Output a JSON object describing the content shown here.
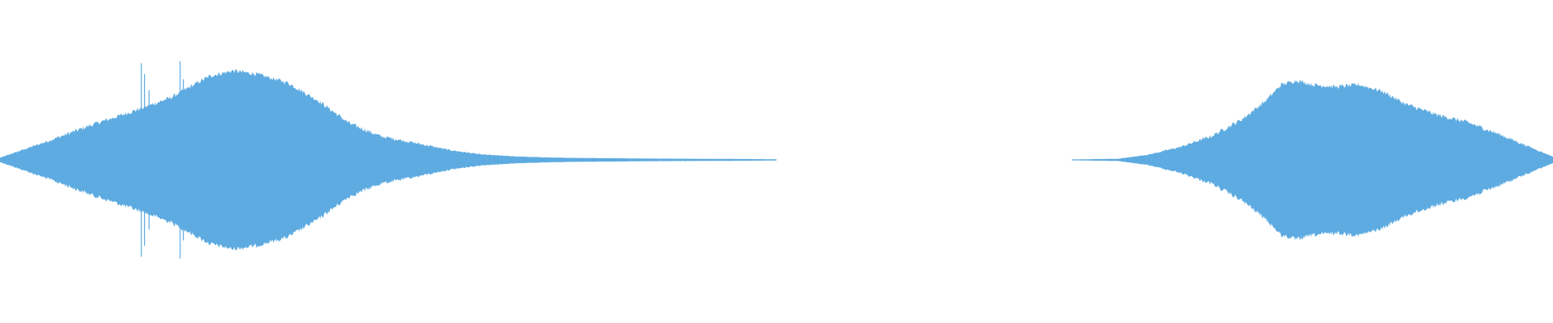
{
  "waveform": {
    "color": "#5DABE1",
    "background": "#FFFFFF",
    "segments": [
      {
        "name": "segment-1",
        "start": 0.0,
        "end": 0.5,
        "envelope": [
          [
            0.0,
            0.02
          ],
          [
            0.03,
            0.17
          ],
          [
            0.06,
            0.33
          ],
          [
            0.085,
            0.45
          ],
          [
            0.095,
            0.5
          ],
          [
            0.11,
            0.58
          ],
          [
            0.125,
            0.7
          ],
          [
            0.135,
            0.78
          ],
          [
            0.15,
            0.83
          ],
          [
            0.165,
            0.8
          ],
          [
            0.185,
            0.72
          ],
          [
            0.205,
            0.55
          ],
          [
            0.225,
            0.34
          ],
          [
            0.245,
            0.22
          ],
          [
            0.27,
            0.15
          ],
          [
            0.29,
            0.09
          ],
          [
            0.31,
            0.05
          ],
          [
            0.335,
            0.03
          ],
          [
            0.36,
            0.02
          ],
          [
            0.42,
            0.012
          ],
          [
            0.48,
            0.008
          ],
          [
            0.5,
            0.006
          ]
        ],
        "spikes": [
          [
            0.091,
            0.9
          ],
          [
            0.093,
            0.8
          ],
          [
            0.096,
            0.65
          ],
          [
            0.116,
            0.92
          ],
          [
            0.118,
            0.75
          ]
        ]
      },
      {
        "name": "segment-2",
        "start": 0.69,
        "end": 1.0,
        "envelope": [
          [
            0.69,
            0.004
          ],
          [
            0.72,
            0.01
          ],
          [
            0.74,
            0.05
          ],
          [
            0.76,
            0.12
          ],
          [
            0.78,
            0.22
          ],
          [
            0.8,
            0.38
          ],
          [
            0.815,
            0.55
          ],
          [
            0.825,
            0.7
          ],
          [
            0.835,
            0.74
          ],
          [
            0.845,
            0.7
          ],
          [
            0.86,
            0.68
          ],
          [
            0.875,
            0.7
          ],
          [
            0.89,
            0.64
          ],
          [
            0.905,
            0.52
          ],
          [
            0.925,
            0.42
          ],
          [
            0.945,
            0.35
          ],
          [
            0.965,
            0.24
          ],
          [
            0.985,
            0.12
          ],
          [
            1.0,
            0.03
          ]
        ],
        "spikes": []
      }
    ]
  }
}
